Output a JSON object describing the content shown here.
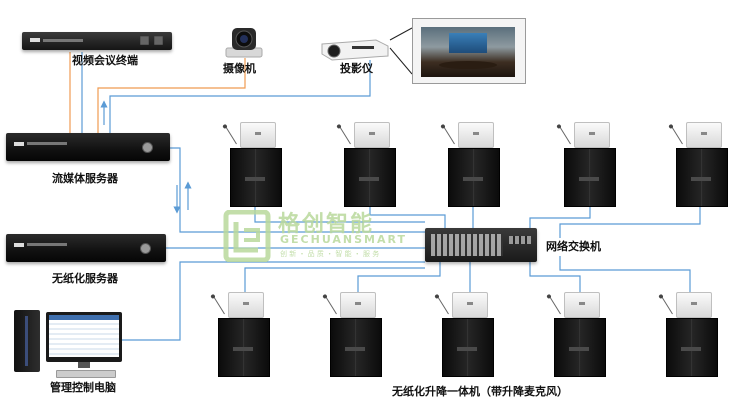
{
  "labels": {
    "video_terminal": "视频会议终端",
    "camera": "摄像机",
    "projector": "投影仪",
    "streaming_server": "流媒体服务器",
    "paperless_server": "无纸化服务器",
    "management_pc": "管理控制电脑",
    "network_switch": "网络交换机",
    "terminal_group": "无纸化升降一体机（带升降麦克风）"
  },
  "watermark": {
    "brand_cn": "格创智能",
    "brand_en": "GECHUANSMART",
    "slogan": "创 新 ・ 品 质 ・ 智 能 ・ 服 务"
  },
  "colors": {
    "link_line": "#5b9bd5",
    "upstream_line": "#ef9b52",
    "watermark": "#b9d99c"
  },
  "icons": [
    "arrow-up-icon",
    "arrow-down-icon"
  ]
}
